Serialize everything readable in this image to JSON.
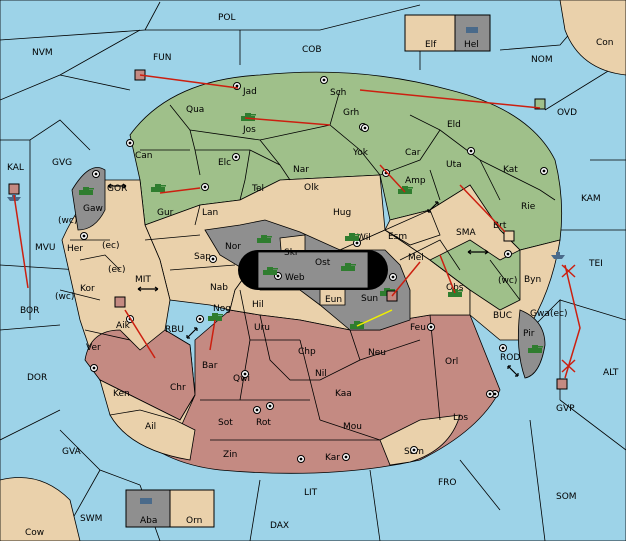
{
  "title": "",
  "colors": {
    "sea": "#9dd3e8",
    "green_power": "#9fc08a",
    "tan_power": "#ead1ab",
    "red_power": "#c48a82",
    "grey_power": "#8f8f8f",
    "orders": "#cc1f10",
    "support": "#f0f000"
  },
  "sea_regions": [
    "POL",
    "NVM",
    "FUN",
    "COB",
    "NOM",
    "Con",
    "OVD",
    "KAL",
    "GVG",
    "GOR",
    "MVU",
    "MIT",
    "BOR",
    "RBU",
    "DOR",
    "SMA",
    "KAM",
    "TEI",
    "BUC",
    "ROD",
    "ALT",
    "GVP",
    "GVA",
    "FRO",
    "SOM",
    "LIT",
    "SWM",
    "DAX",
    "Cow"
  ],
  "land_regions": [
    "Jad",
    "Sch",
    "Qua",
    "Grh",
    "Jos",
    "Eld",
    "Can",
    "Yok",
    "Car",
    "Elc",
    "Nar",
    "Uta",
    "Kat",
    "Amp",
    "Gaw",
    "Tel",
    "Olk",
    "Gur",
    "Lan",
    "Hug",
    "Brt",
    "Rie",
    "Her",
    "Wil",
    "Esm",
    "Nor",
    "Skr",
    "Ost",
    "Sap",
    "Web",
    "Mel",
    "Kor",
    "Nab",
    "Eun",
    "Sun",
    "Obs",
    "Byn",
    "Aik",
    "Hil",
    "Nog",
    "Gwa",
    "Uru",
    "Pir",
    "Feu",
    "Ver",
    "Chp",
    "Neu",
    "Orl",
    "Bar",
    "Qwi",
    "Nil",
    "Ken",
    "Chr",
    "Kaa",
    "Los",
    "Ail",
    "Sot",
    "Rot",
    "Mou",
    "Zin",
    "Kar",
    "Sam"
  ],
  "legend_boxes": [
    {
      "name": "Elf"
    },
    {
      "name": "Hel"
    },
    {
      "name": "Aba"
    },
    {
      "name": "Orn"
    }
  ],
  "annotations": [
    "(wc)",
    "(ec)",
    "(ec)",
    "(wc)",
    "(wc)",
    "(ec)"
  ],
  "icons": [
    "army-tank-icon",
    "fleet-ship-icon",
    "supply-center-icon",
    "convoy-arrow-icon"
  ]
}
